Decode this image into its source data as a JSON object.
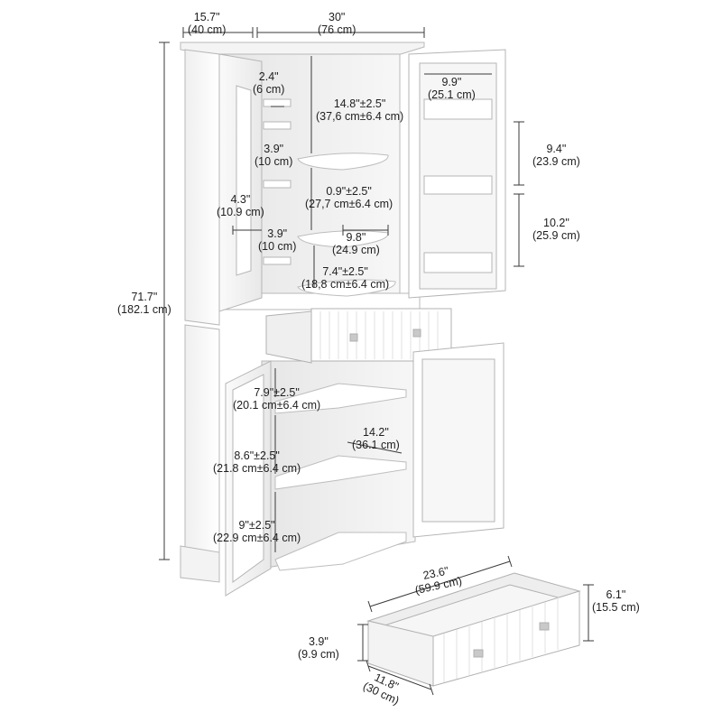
{
  "dimensions": {
    "depth_top": {
      "l1": "15.7\"",
      "l2": "(40 cm)"
    },
    "width_top": {
      "l1": "30\"",
      "l2": "(76 cm)"
    },
    "height_total": {
      "l1": "71.7\"",
      "l2": "(182.1 cm)"
    },
    "door_rack_gap": {
      "l1": "2.4\"",
      "l2": "(6 cm)"
    },
    "upper_shelf_top": {
      "l1": "14.8\"±2.5\"",
      "l2": "(37,6 cm±6.4 cm)"
    },
    "door_rack_width": {
      "l1": "9.9\"",
      "l2": "(25.1 cm)"
    },
    "door_rack_pitch1": {
      "l1": "3.9\"",
      "l2": "(10 cm)"
    },
    "door_rack_right1": {
      "l1": "9.4\"",
      "l2": "(23.9 cm)"
    },
    "door_rack_left": {
      "l1": "4.3\"",
      "l2": "(10.9 cm)"
    },
    "upper_shelf_mid": {
      "l1": "0.9\"±2.5\"",
      "l2": "(27,7 cm±6.4 cm)"
    },
    "door_rack_right2": {
      "l1": "10.2\"",
      "l2": "(25.9 cm)"
    },
    "door_rack_pitch2": {
      "l1": "3.9\"",
      "l2": "(10 cm)"
    },
    "upper_shelf_depth": {
      "l1": "9.8\"",
      "l2": "(24.9 cm)"
    },
    "upper_shelf_low": {
      "l1": "7.4\"±2.5\"",
      "l2": "(18,8 cm±6.4 cm)"
    },
    "lower_shelf_top": {
      "l1": "7.9\"±2.5\"",
      "l2": "(20.1 cm±6.4 cm)"
    },
    "lower_shelf_depth": {
      "l1": "14.2\"",
      "l2": "(36.1 cm)"
    },
    "lower_shelf_mid": {
      "l1": "8.6\"±2.5\"",
      "l2": "(21.8 cm±6.4 cm)"
    },
    "lower_shelf_low": {
      "l1": "9\"±2.5\"",
      "l2": "(22.9 cm±6.4 cm)"
    },
    "drawer_width": {
      "l1": "23.6\"",
      "l2": "(59.9 cm)"
    },
    "drawer_height_r": {
      "l1": "6.1\"",
      "l2": "(15.5 cm)"
    },
    "drawer_inner_h": {
      "l1": "3.9\"",
      "l2": "(9.9 cm)"
    },
    "drawer_depth": {
      "l1": "11.8\"",
      "l2": "(30 cm)"
    }
  },
  "colors": {
    "line": "#3a3a3a",
    "cabinet": "#ffffff",
    "panel_shade": "#e9e9e9",
    "interior_shade": "#f2f2f2",
    "outline": "#b8b8b8"
  }
}
